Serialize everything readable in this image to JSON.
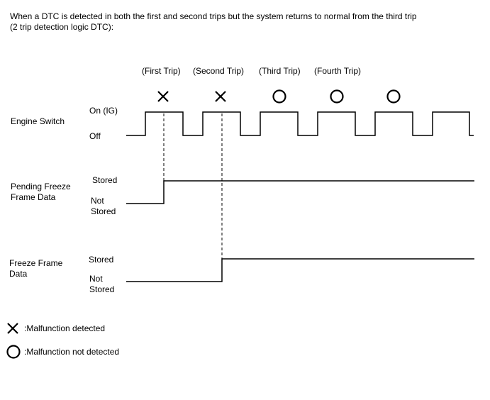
{
  "header": {
    "line1": "When a DTC is detected in both the first and second trips but the system returns to normal from the third trip",
    "line2": "(2 trip detection logic DTC):"
  },
  "trips": {
    "first": "(First Trip)",
    "second": "(Second Trip)",
    "third": "(Third Trip)",
    "fourth": "(Fourth Trip)"
  },
  "trip_marks": [
    "cross-icon",
    "cross-icon",
    "circle-icon",
    "circle-icon",
    "circle-icon"
  ],
  "engine_switch": {
    "label": "Engine Switch",
    "on": "On (IG)",
    "off": "Off"
  },
  "pending": {
    "label_line1": "Pending Freeze",
    "label_line2": "Frame Data",
    "stored": "Stored",
    "not_stored_line1": "Not",
    "not_stored_line2": "Stored"
  },
  "freeze": {
    "label_line1": "Freeze Frame",
    "label_line2": "Data",
    "stored": "Stored",
    "not_stored_line1": "Not",
    "not_stored_line2": "Stored"
  },
  "legend": {
    "cross": ":Malfunction detected",
    "circle": ":Malfunction not detected"
  }
}
